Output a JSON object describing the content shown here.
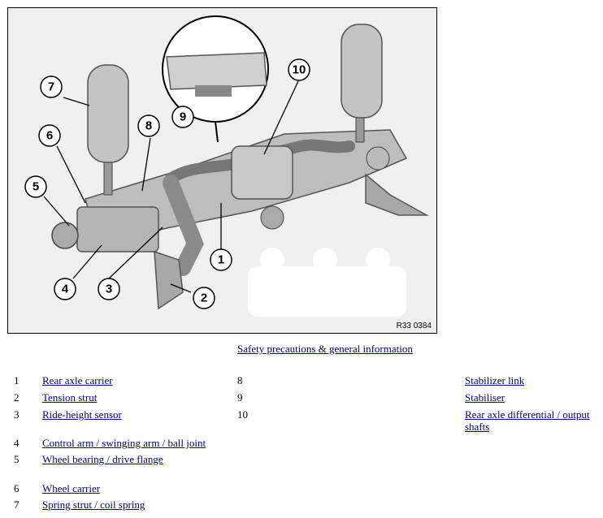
{
  "diagram": {
    "reference_code": "R33 0384",
    "callouts": [
      "1",
      "2",
      "3",
      "4",
      "5",
      "6",
      "7",
      "8",
      "9",
      "10"
    ]
  },
  "safety_link": "Safety precautions & general information",
  "parts": [
    {
      "num": "1",
      "label": "Rear axle carrier"
    },
    {
      "num": "2",
      "label": "Tension strut"
    },
    {
      "num": "3",
      "label": "Ride-height sensor"
    },
    {
      "num": "4",
      "label": "Control arm / swinging arm / ball joint"
    },
    {
      "num": "5",
      "label": "Wheel bearing / drive flange"
    },
    {
      "num": "6",
      "label": "Wheel carrier"
    },
    {
      "num": "7",
      "label": "Spring strut / coil spring"
    },
    {
      "num": "8",
      "label": "Stabilizer link"
    },
    {
      "num": "9",
      "label": "Stabiliser"
    },
    {
      "num": "10",
      "label": "Rear axle differential / output shafts"
    }
  ]
}
